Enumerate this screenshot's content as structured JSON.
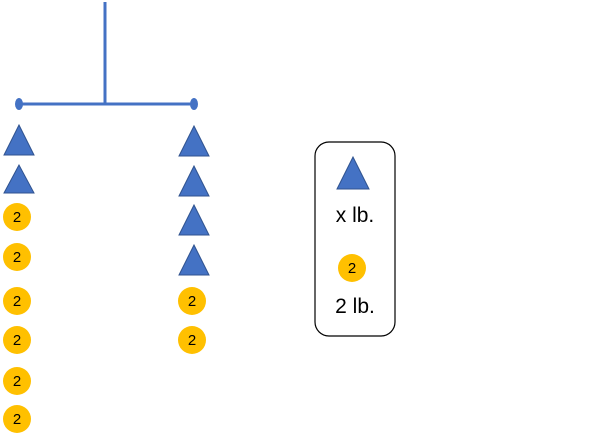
{
  "colors": {
    "stick": "#4472C4",
    "triangle_fill": "#4472C4",
    "triangle_stroke": "#2F528F",
    "coin_fill": "#FFC000",
    "coin_text": "#000000",
    "legend_border": "#000000"
  },
  "mobile": {
    "left_side": {
      "triangles": 2,
      "coins": [
        "2",
        "2",
        "2",
        "2",
        "2",
        "2"
      ]
    },
    "right_side": {
      "triangles": 4,
      "coins": [
        "2",
        "2"
      ]
    }
  },
  "legend": {
    "triangle_label": "x lb.",
    "coin_value": "2",
    "coin_label": "2 lb."
  }
}
